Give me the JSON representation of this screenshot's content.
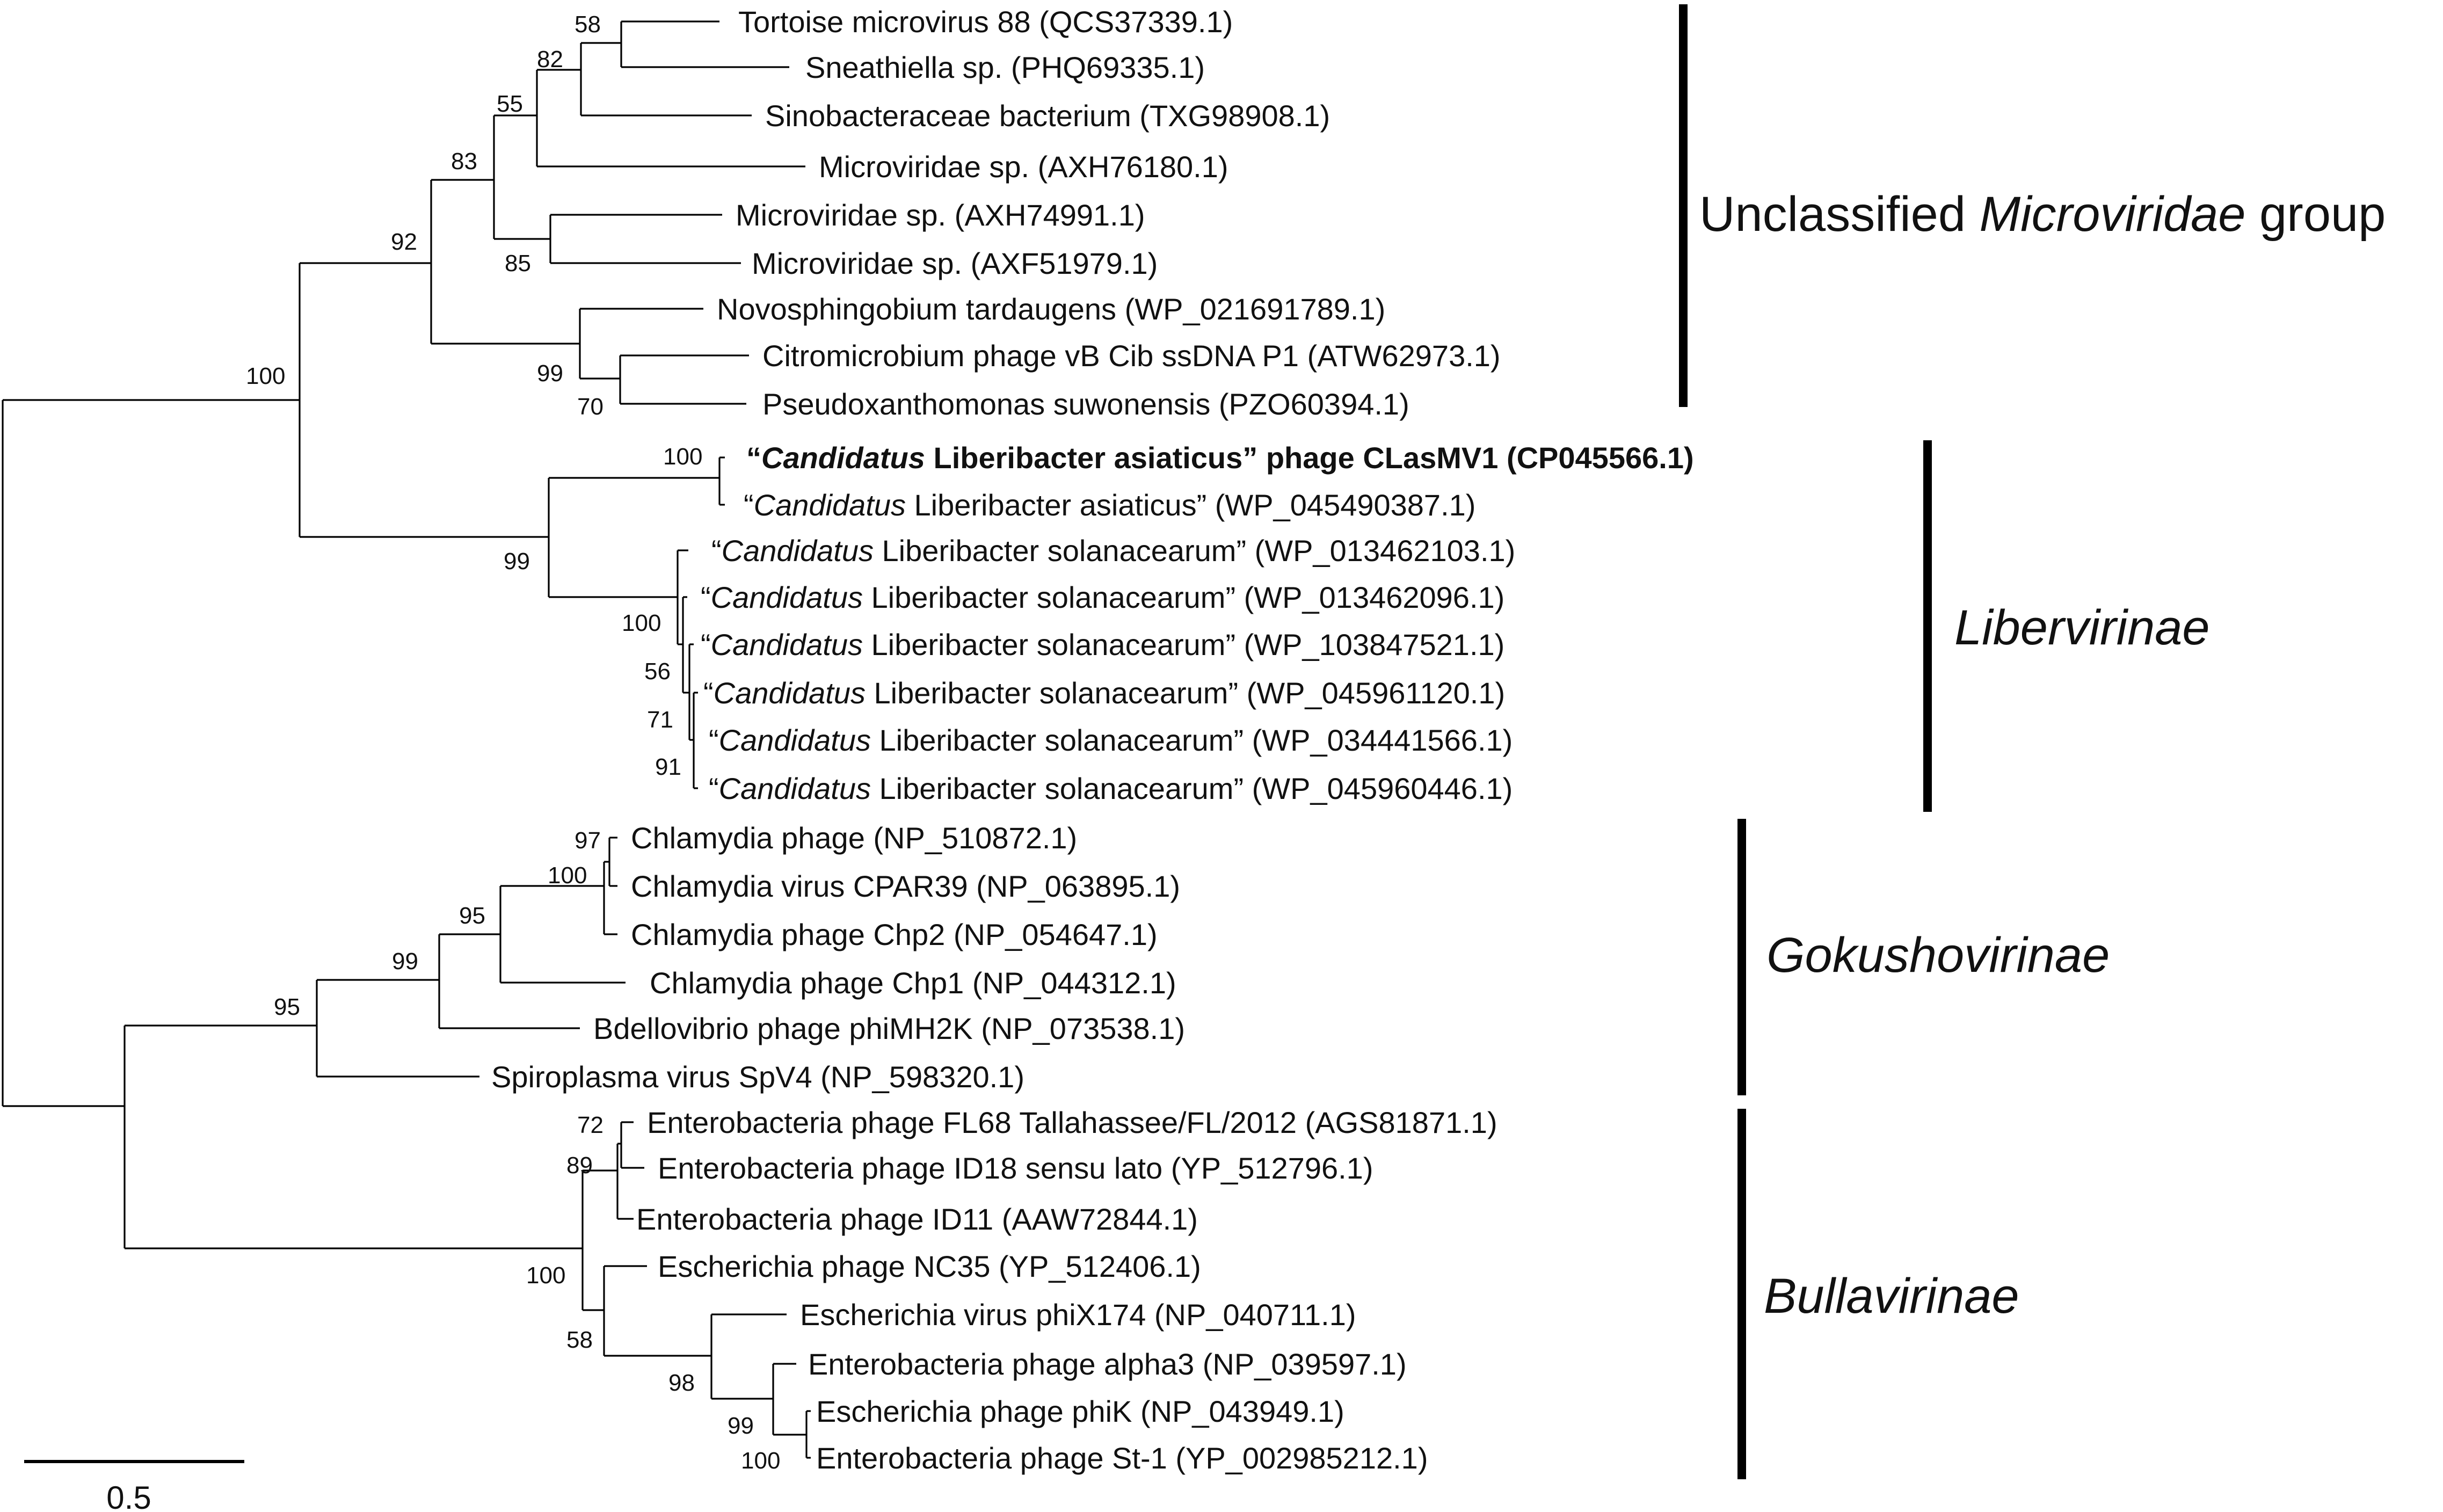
{
  "taxa": [
    {
      "id": "t1",
      "parts": [
        "Tortoise microvirus 88 (QCS37339.1)"
      ]
    },
    {
      "id": "t2",
      "parts": [
        "Sneathiella sp. (PHQ69335.1)"
      ]
    },
    {
      "id": "t3",
      "parts": [
        "Sinobacteraceae bacterium (TXG98908.1)"
      ]
    },
    {
      "id": "t4",
      "parts": [
        "Microviridae sp. (AXH76180.1)"
      ]
    },
    {
      "id": "t5",
      "parts": [
        "Microviridae sp. (AXH74991.1)"
      ]
    },
    {
      "id": "t6",
      "parts": [
        "Microviridae sp. (AXF51979.1)"
      ]
    },
    {
      "id": "t7",
      "parts": [
        "Novosphingobium tardaugens (WP_021691789.1)"
      ]
    },
    {
      "id": "t8",
      "parts": [
        "Citromicrobium phage vB Cib ssDNA P1 (ATW62973.1)"
      ]
    },
    {
      "id": "t9",
      "parts": [
        "Pseudoxanthomonas suwonensis (PZO60394.1)"
      ]
    },
    {
      "id": "t10",
      "bold": true,
      "parts": [
        "“",
        "Candidatus",
        " Liberibacter asiaticus” phage CLasMV1 (CP045566.1)"
      ]
    },
    {
      "id": "t11",
      "parts": [
        "“",
        "Candidatus",
        " Liberibacter asiaticus” (WP_045490387.1)"
      ]
    },
    {
      "id": "t12",
      "parts": [
        "“",
        "Candidatus",
        " Liberibacter solanacearum” (WP_013462103.1)"
      ]
    },
    {
      "id": "t13",
      "parts": [
        "“",
        "Candidatus",
        " Liberibacter solanacearum” (WP_013462096.1)"
      ]
    },
    {
      "id": "t14",
      "parts": [
        "“",
        "Candidatus",
        " Liberibacter solanacearum” (WP_103847521.1)"
      ]
    },
    {
      "id": "t15",
      "parts": [
        "“",
        "Candidatus",
        " Liberibacter solanacearum” (WP_045961120.1)"
      ]
    },
    {
      "id": "t16",
      "parts": [
        "“",
        "Candidatus",
        " Liberibacter solanacearum” (WP_034441566.1)"
      ]
    },
    {
      "id": "t17",
      "parts": [
        "“",
        "Candidatus",
        " Liberibacter solanacearum” (WP_045960446.1)"
      ]
    },
    {
      "id": "t18",
      "parts": [
        "Chlamydia phage (NP_510872.1)"
      ]
    },
    {
      "id": "t19",
      "parts": [
        "Chlamydia virus CPAR39 (NP_063895.1)"
      ]
    },
    {
      "id": "t20",
      "parts": [
        "Chlamydia phage Chp2 (NP_054647.1)"
      ]
    },
    {
      "id": "t21",
      "parts": [
        "Chlamydia phage Chp1 (NP_044312.1)"
      ]
    },
    {
      "id": "t22",
      "parts": [
        "Bdellovibrio phage phiMH2K (NP_073538.1)"
      ]
    },
    {
      "id": "t23",
      "parts": [
        "Spiroplasma virus SpV4 (NP_598320.1)"
      ]
    },
    {
      "id": "t24",
      "parts": [
        "Enterobacteria phage FL68 Tallahassee/FL/2012 (AGS81871.1)"
      ]
    },
    {
      "id": "t25",
      "parts": [
        "Enterobacteria phage ID18 sensu lato (YP_512796.1)"
      ]
    },
    {
      "id": "t26",
      "parts": [
        "Enterobacteria phage ID11 (AAW72844.1)"
      ]
    },
    {
      "id": "t27",
      "parts": [
        "Escherichia phage NC35 (YP_512406.1)"
      ]
    },
    {
      "id": "t28",
      "parts": [
        "Escherichia virus phiX174 (NP_040711.1)"
      ]
    },
    {
      "id": "t29",
      "parts": [
        "Enterobacteria phage alpha3 (NP_039597.1)"
      ]
    },
    {
      "id": "t30",
      "parts": [
        "Escherichia phage phiK (NP_043949.1)"
      ]
    },
    {
      "id": "t31",
      "parts": [
        "Enterobacteria phage St-1 (YP_002985212.1)"
      ]
    }
  ],
  "bootstrap": [
    {
      "id": "b1",
      "value": "58"
    },
    {
      "id": "b2",
      "value": "82"
    },
    {
      "id": "b3",
      "value": "55"
    },
    {
      "id": "b4",
      "value": "83"
    },
    {
      "id": "b5",
      "value": "85"
    },
    {
      "id": "b6",
      "value": "92"
    },
    {
      "id": "b7",
      "value": "99"
    },
    {
      "id": "b8",
      "value": "70"
    },
    {
      "id": "b9",
      "value": "100"
    },
    {
      "id": "b10",
      "value": "100"
    },
    {
      "id": "b11",
      "value": "99"
    },
    {
      "id": "b12",
      "value": "100"
    },
    {
      "id": "b13",
      "value": "56"
    },
    {
      "id": "b14",
      "value": "71"
    },
    {
      "id": "b15",
      "value": "91"
    },
    {
      "id": "b16",
      "value": "97"
    },
    {
      "id": "b17",
      "value": "100"
    },
    {
      "id": "b18",
      "value": "95"
    },
    {
      "id": "b19",
      "value": "99"
    },
    {
      "id": "b20",
      "value": "95"
    },
    {
      "id": "b21",
      "value": "72"
    },
    {
      "id": "b22",
      "value": "89"
    },
    {
      "id": "b23",
      "value": "100"
    },
    {
      "id": "b24",
      "value": "58"
    },
    {
      "id": "b25",
      "value": "98"
    },
    {
      "id": "b26",
      "value": "99"
    },
    {
      "id": "b27",
      "value": "100"
    }
  ],
  "groups": [
    {
      "id": "g1",
      "parts": [
        "Unclassified ",
        "Microviridae",
        " group"
      ],
      "italic_parts": [
        1
      ]
    },
    {
      "id": "g2",
      "parts": [
        "Libervirinae"
      ],
      "italic_parts": [
        0
      ]
    },
    {
      "id": "g3",
      "parts": [
        "Gokushovirinae"
      ],
      "italic_parts": [
        0
      ]
    },
    {
      "id": "g4",
      "parts": [
        "Bullavirinae"
      ],
      "italic_parts": [
        0
      ]
    }
  ],
  "scale": {
    "label": "0.5"
  }
}
